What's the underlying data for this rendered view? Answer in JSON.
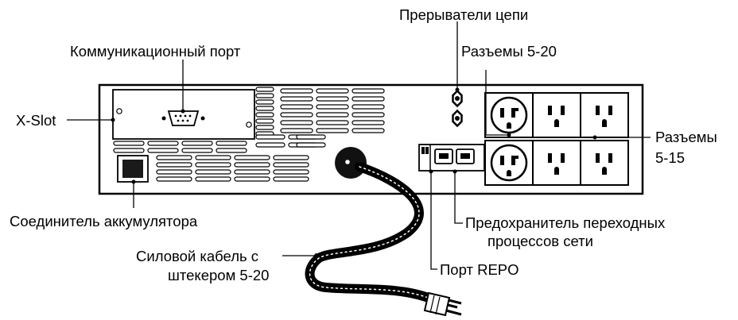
{
  "diagram": {
    "labels": {
      "breakers": "Прерыватели цепи",
      "comm_port": "Коммуникационный порт",
      "outlets_5_20": "Разъемы 5-20",
      "x_slot": "X-Slot",
      "outlets_5_15_line1": "Разъемы",
      "outlets_5_15_line2": "5-15",
      "battery_connector": "Соединитель аккумулятора",
      "surge_protector_line1": "Предохранитель переходных",
      "surge_protector_line2": "процессов сети",
      "power_cord_line1": "Силовой кабель с",
      "power_cord_line2": "штекером 5-20",
      "repo_port": "Порт REPO"
    }
  }
}
